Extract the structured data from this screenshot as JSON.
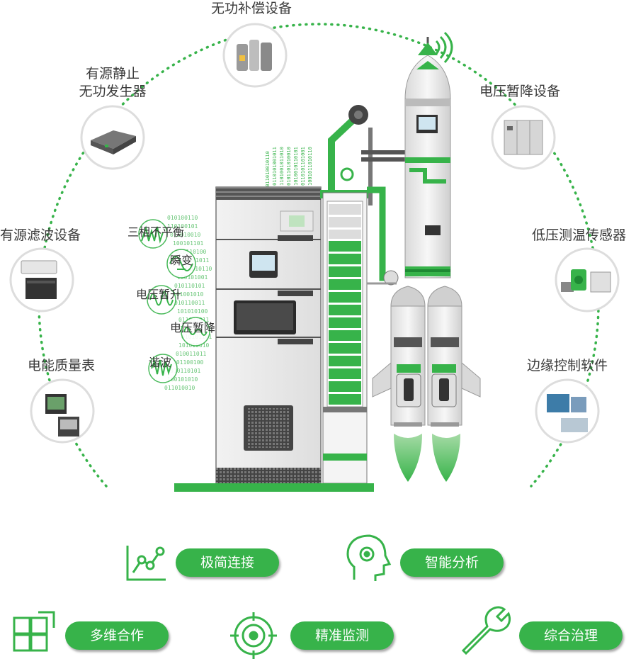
{
  "devices": {
    "reactive_comp": "无功补偿设备",
    "svg_line1": "有源静止",
    "svg_line2": "无功发生器",
    "voltage_sag_device": "电压暂降设备",
    "active_filter": "有源滤波设备",
    "temp_sensor": "低压测温传感器",
    "power_meter": "电能质量表",
    "edge_software": "边缘控制软件"
  },
  "phenomena": {
    "unbalance": "三相不平衡",
    "transient": "瞬变",
    "swell": "电压暂升",
    "sag": "电压暂降",
    "harmonic": "谐波"
  },
  "features": {
    "connect": "极简连接",
    "analysis": "智能分析",
    "cooperate": "多维合作",
    "monitor": "精准监测",
    "govern": "综合治理"
  },
  "colors": {
    "green": "#37b34a",
    "dark_green": "#1e8a33",
    "gray": "#9a9a9a"
  }
}
